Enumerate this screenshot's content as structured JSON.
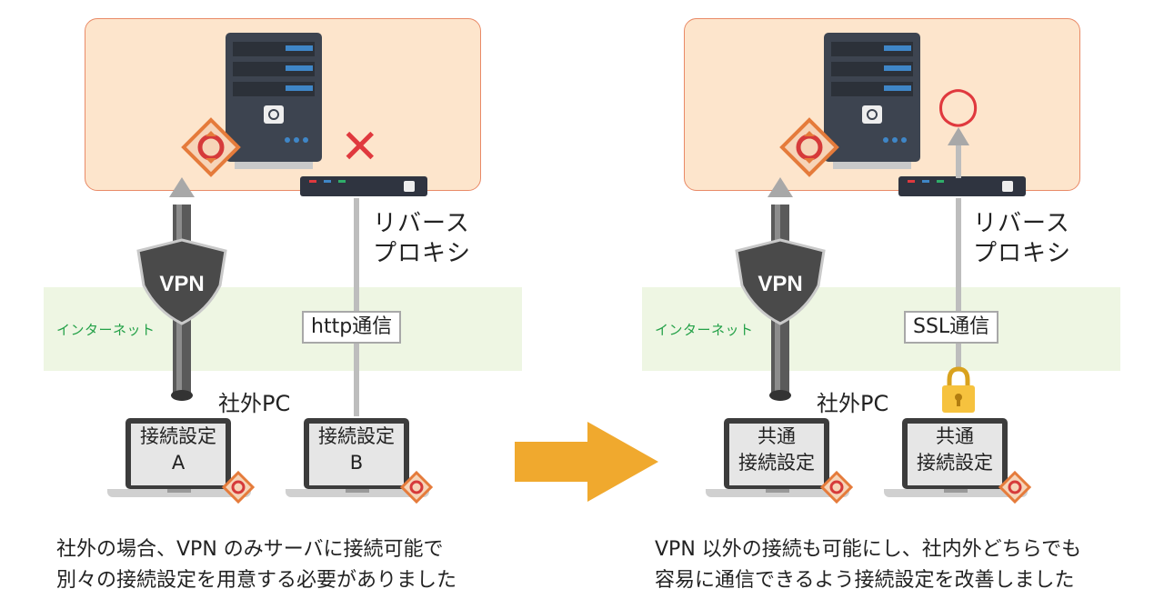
{
  "left": {
    "internet_label": "インターネット",
    "pipe_label": "http通信",
    "proxy_label": "リバース\nプロキシ",
    "pc_label": "社外PC",
    "vpn_label": "VPN",
    "laptop_a_text": "接続設定\nA",
    "laptop_b_text": "接続設定\nB",
    "result_mark": "✕",
    "caption": "社外の場合、VPN のみサーバに接続可能で\n別々の接続設定を用意する必要がありました"
  },
  "right": {
    "internet_label": "インターネット",
    "pipe_label": "SSL通信",
    "proxy_label": "リバース\nプロキシ",
    "pc_label": "社外PC",
    "vpn_label": "VPN",
    "laptop_a_text": "共通\n接続設定",
    "laptop_b_text": "共通\n接続設定",
    "result_mark": "○",
    "caption": "VPN 以外の接続も可能にし、社内外どちらでも\n容易に通信できるよう接続設定を改善しました"
  },
  "colors": {
    "orange_fill": "#fde5cc",
    "orange_border": "#e98a67",
    "internet_band": "#eef6e3",
    "internet_text": "#24a148",
    "arrow": "#f0a92e",
    "cross": "#e0393e",
    "circle": "#e0393e",
    "lock": "#f6c23e"
  }
}
